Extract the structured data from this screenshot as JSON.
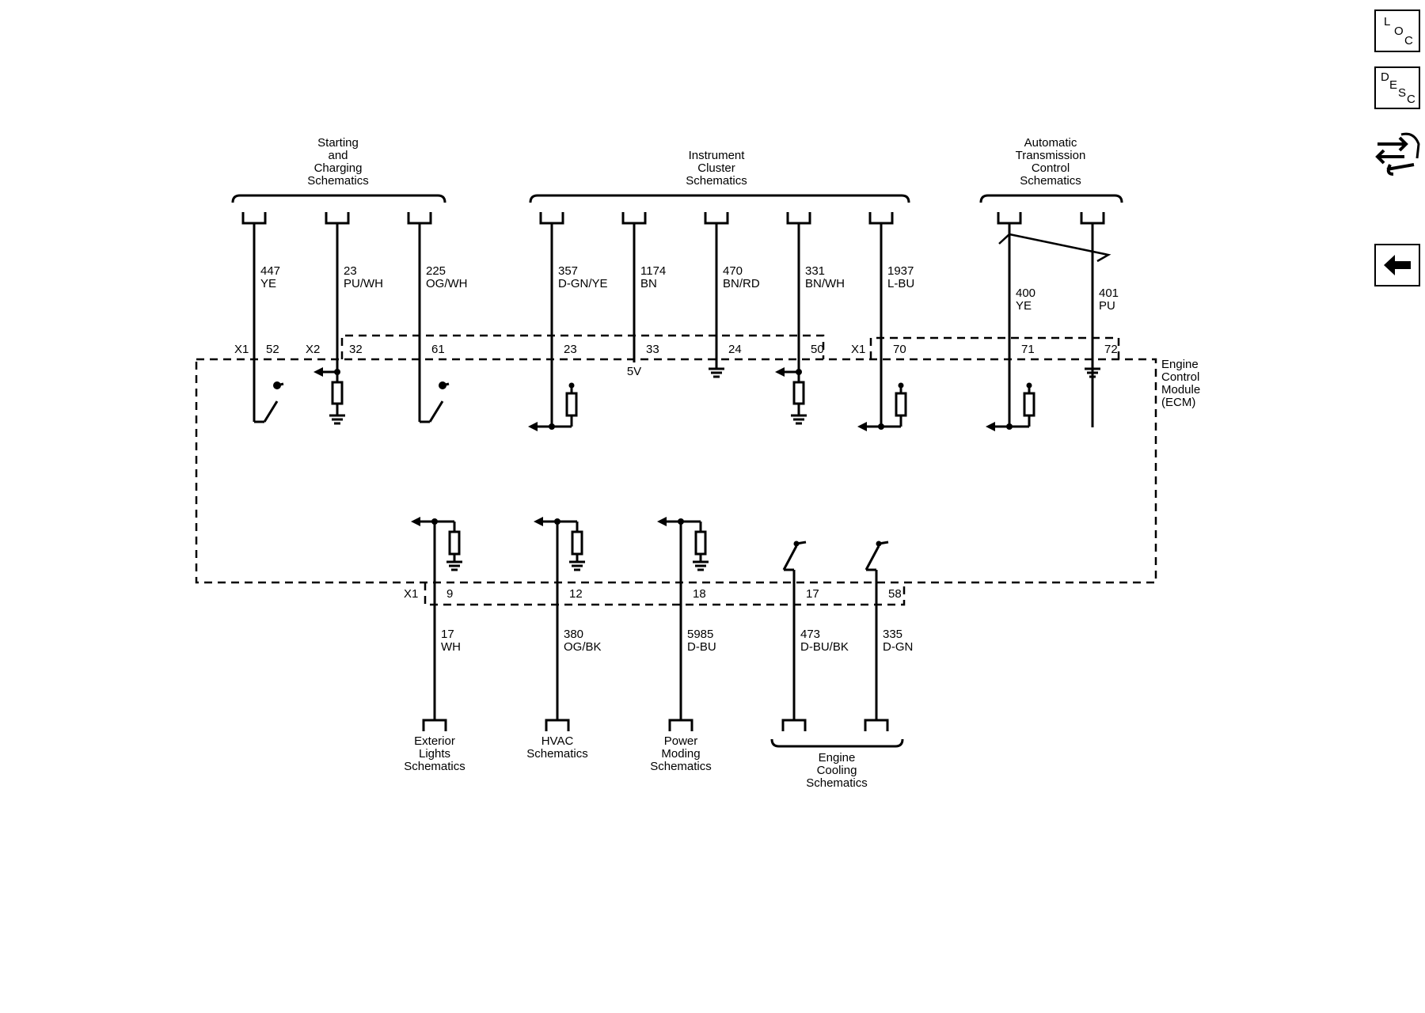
{
  "sidebar": {
    "loc": [
      "L",
      "O",
      "C"
    ],
    "desc": [
      "D",
      "E",
      "S",
      "C"
    ]
  },
  "diagram": {
    "module_label": [
      "Engine",
      "Control",
      "Module",
      "(ECM)"
    ],
    "fivev": "5V",
    "top_groups": [
      {
        "lines": [
          "Starting",
          "and",
          "Charging",
          "Schematics"
        ]
      },
      {
        "lines": [
          "Instrument",
          "Cluster",
          "Schematics"
        ]
      },
      {
        "lines": [
          "Automatic",
          "Transmission",
          "Control",
          "Schematics"
        ]
      }
    ],
    "bottom_groups": [
      {
        "lines": [
          "Exterior",
          "Lights",
          "Schematics"
        ]
      },
      {
        "lines": [
          "HVAC",
          "Schematics"
        ]
      },
      {
        "lines": [
          "Power",
          "Moding",
          "Schematics"
        ]
      },
      {
        "lines": [
          "Engine",
          "Cooling",
          "Schematics"
        ]
      }
    ],
    "connector_labels": {
      "x1a": "X1",
      "x2": "X2",
      "x1b": "X1",
      "x1c": "X1"
    },
    "top_wires": [
      {
        "circuit": "447",
        "color": "YE",
        "pin": "52"
      },
      {
        "circuit": "23",
        "color": "PU/WH",
        "pin": "32"
      },
      {
        "circuit": "225",
        "color": "OG/WH",
        "pin": "61"
      },
      {
        "circuit": "357",
        "color": "D-GN/YE",
        "pin": "23"
      },
      {
        "circuit": "1174",
        "color": "BN",
        "pin": "33"
      },
      {
        "circuit": "470",
        "color": "BN/RD",
        "pin": "24"
      },
      {
        "circuit": "331",
        "color": "BN/WH",
        "pin": "50"
      },
      {
        "circuit": "1937",
        "color": "L-BU",
        "pin": "70"
      },
      {
        "circuit": "400",
        "color": "YE",
        "pin": "71"
      },
      {
        "circuit": "401",
        "color": "PU",
        "pin": "72"
      }
    ],
    "bottom_wires": [
      {
        "circuit": "17",
        "color": "WH",
        "pin": "9"
      },
      {
        "circuit": "380",
        "color": "OG/BK",
        "pin": "12"
      },
      {
        "circuit": "5985",
        "color": "D-BU",
        "pin": "18"
      },
      {
        "circuit": "473",
        "color": "D-BU/BK",
        "pin": "17"
      },
      {
        "circuit": "335",
        "color": "D-GN",
        "pin": "58"
      }
    ]
  }
}
